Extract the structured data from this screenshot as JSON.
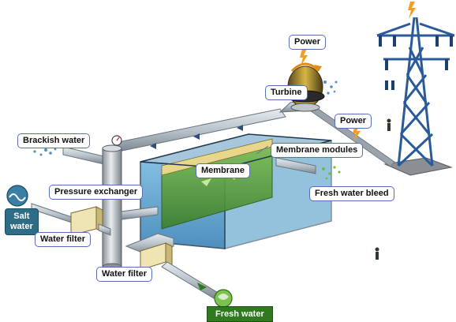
{
  "labels": {
    "power_top": "Power",
    "turbine": "Turbine",
    "power_right": "Power",
    "brackish_water": "Brackish water",
    "membrane_modules": "Membrane modules",
    "membrane": "Membrane",
    "fresh_water_bleed": "Fresh water bleed",
    "pressure_exchanger": "Pressure exchanger",
    "salt_water_line1": "Salt",
    "salt_water_line2": "water",
    "water_filter_left": "Water filter",
    "water_filter_bottom": "Water filter",
    "fresh_water": "Fresh water"
  },
  "colors": {
    "label_border": "#5a6fb3",
    "pipe": "#b9c3cc",
    "tank_water": "#3c8fc4",
    "membrane_green": "#5aa83c",
    "fresh_water_badge": "#2f7a1f",
    "salt_water_badge": "#2d6e86",
    "pylon": "#2b5a9a",
    "lightning": "#f0a020"
  }
}
